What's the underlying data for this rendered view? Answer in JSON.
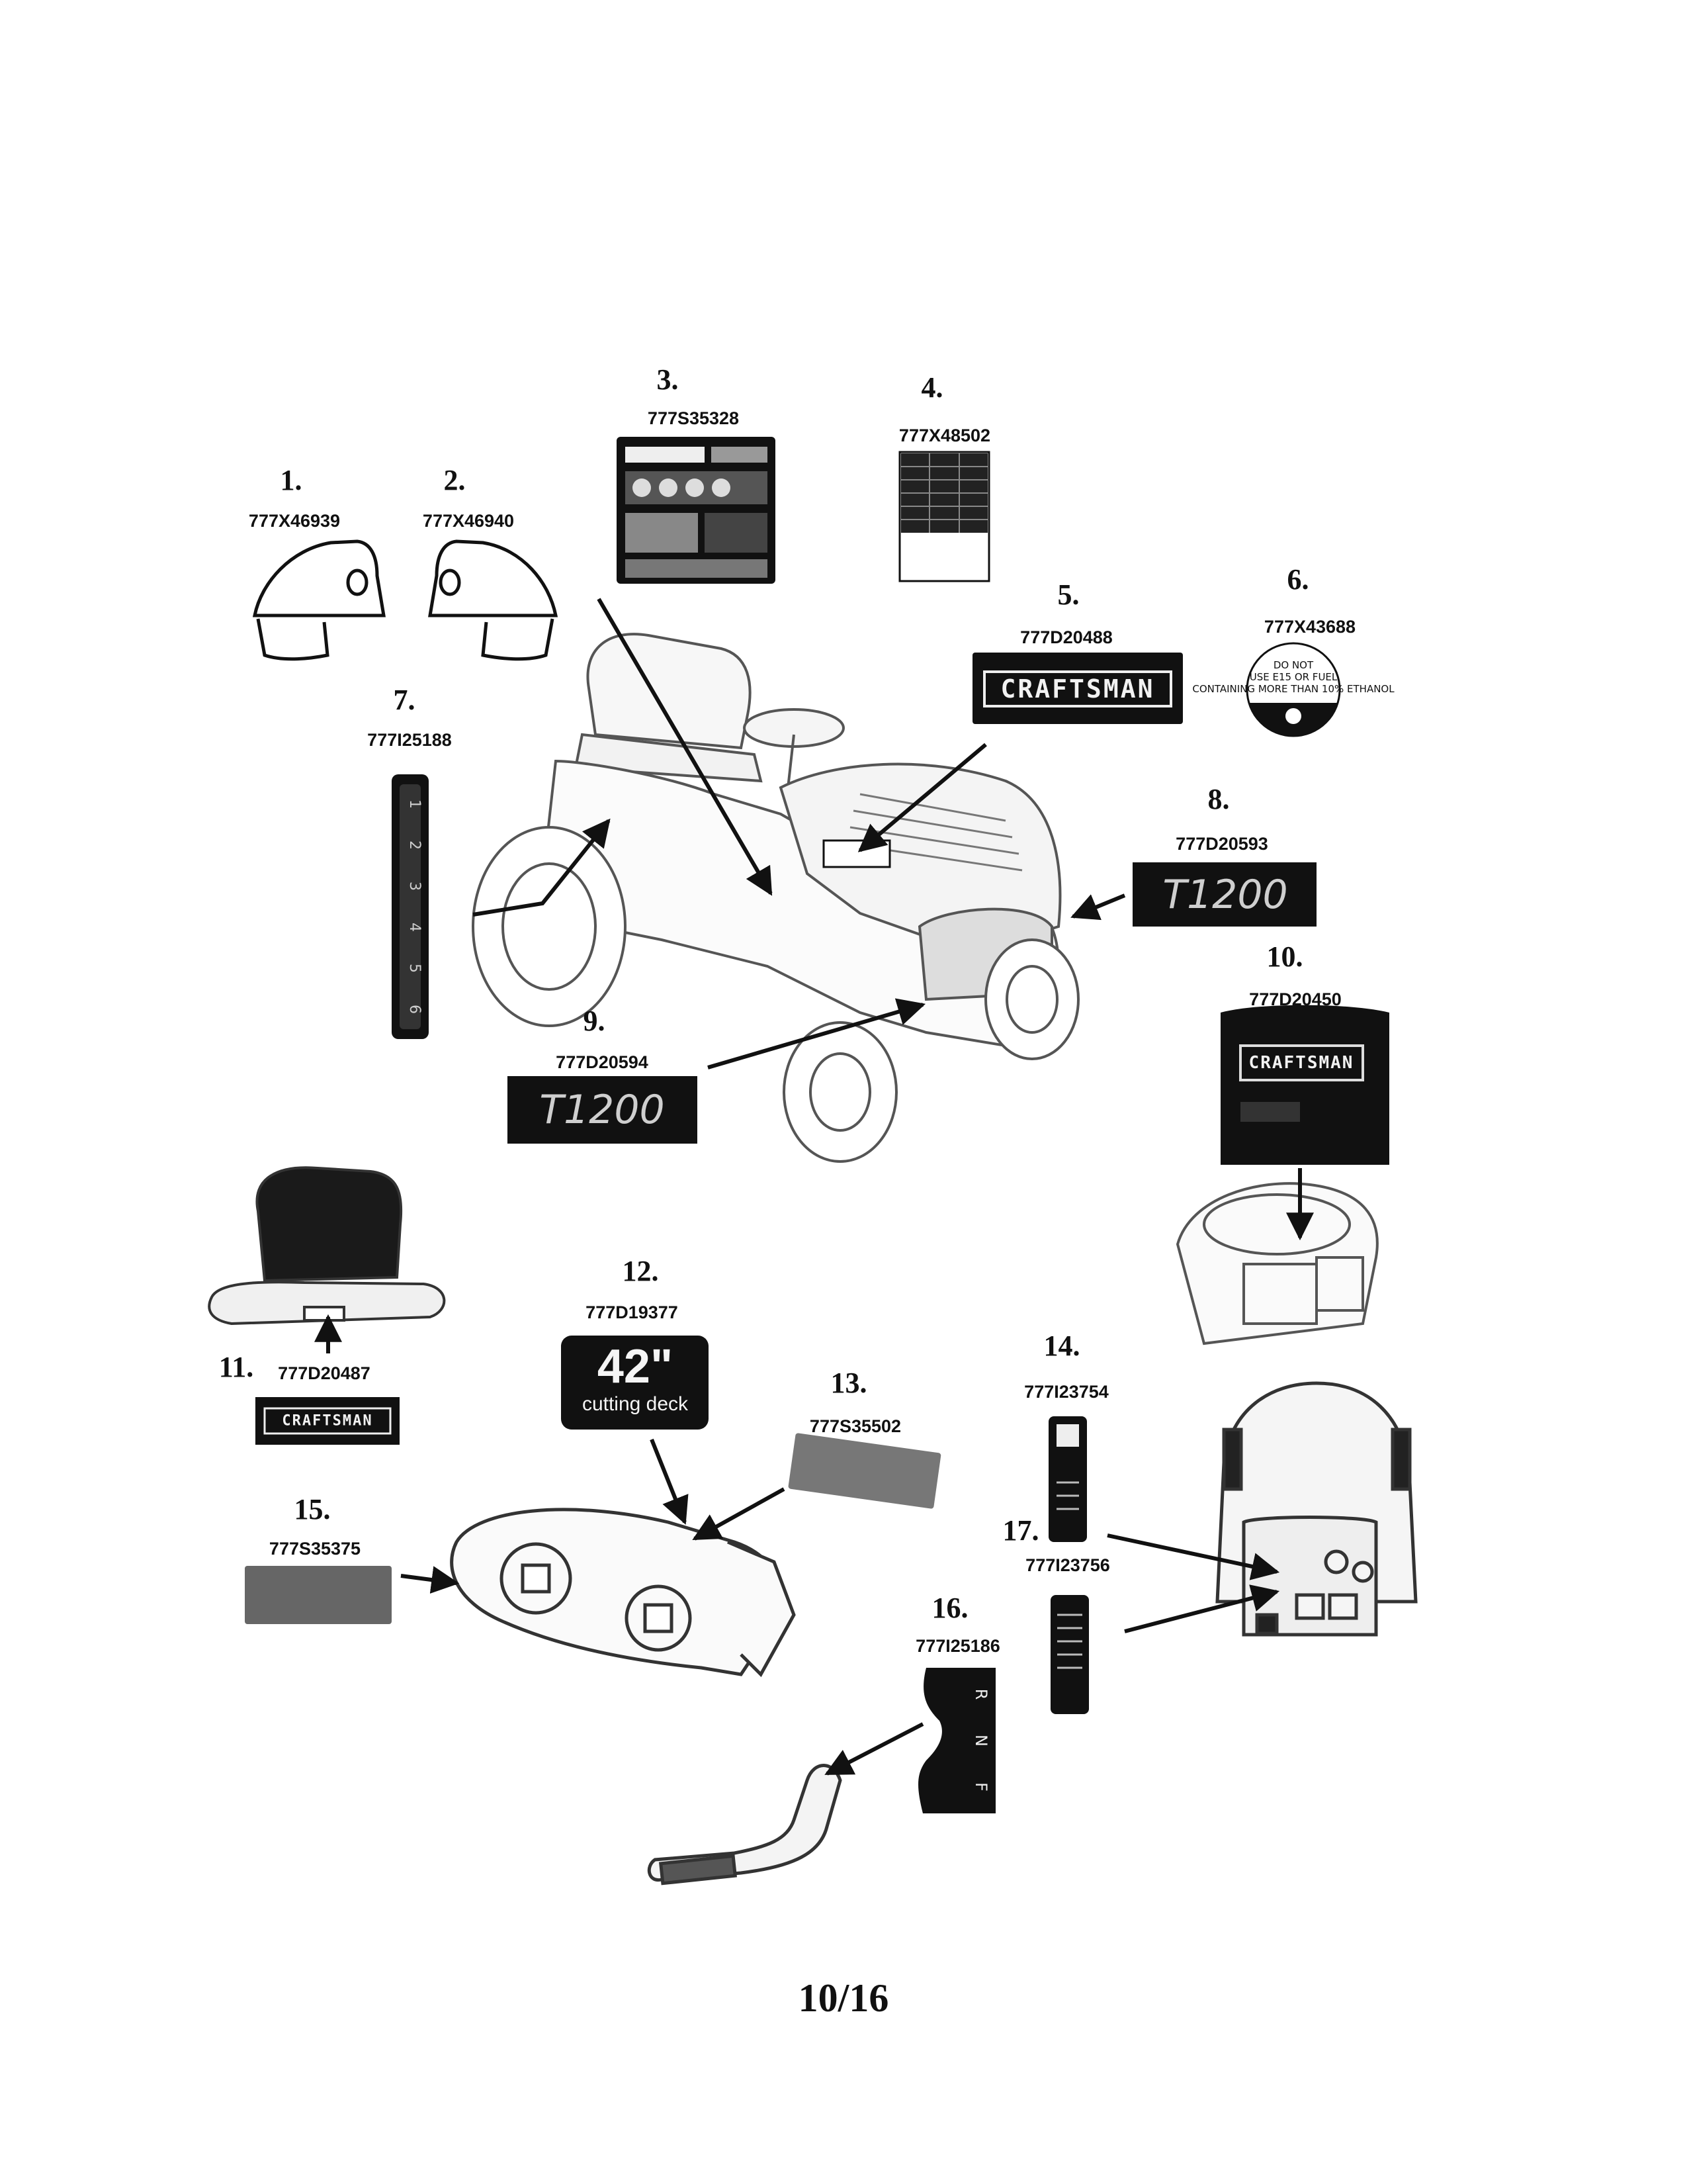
{
  "parts": [
    {
      "number": "1.",
      "part_no": "777X46939"
    },
    {
      "number": "2.",
      "part_no": "777X46940"
    },
    {
      "number": "3.",
      "part_no": "777S35328"
    },
    {
      "number": "4.",
      "part_no": "777X48502"
    },
    {
      "number": "5.",
      "part_no": "777D20488"
    },
    {
      "number": "6.",
      "part_no": "777X43688"
    },
    {
      "number": "7.",
      "part_no": "777I25188"
    },
    {
      "number": "8.",
      "part_no": "777D20593"
    },
    {
      "number": "9.",
      "part_no": "777D20594"
    },
    {
      "number": "10.",
      "part_no": "777D20450"
    },
    {
      "number": "11.",
      "part_no": "777D20487"
    },
    {
      "number": "12.",
      "part_no": "777D19377"
    },
    {
      "number": "13.",
      "part_no": "777S35502"
    },
    {
      "number": "14.",
      "part_no": "777I23754"
    },
    {
      "number": "15.",
      "part_no": "777S35375"
    },
    {
      "number": "16.",
      "part_no": "777I25186"
    },
    {
      "number": "17.",
      "part_no": "777I23756"
    }
  ],
  "decals": {
    "brand": "CRAFTSMAN",
    "model": "T1200",
    "deck_size": "42\"",
    "deck_label": "cutting deck",
    "fuel_warning": "DO NOT USE E15 OR FUEL CONTAINING MORE THAN 10% ETHANOL",
    "height_marks": [
      "1",
      "2",
      "3",
      "4",
      "5",
      "6"
    ],
    "gear_marks": [
      "R",
      "N",
      "F"
    ]
  },
  "page_number": "10/16"
}
